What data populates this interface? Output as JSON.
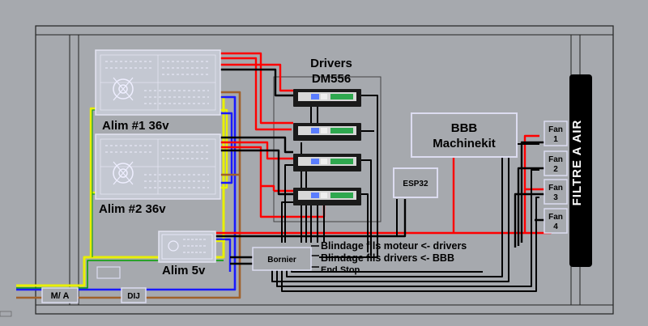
{
  "labels": {
    "drivers_line1": "Drivers",
    "drivers_line2": "DM556",
    "alim1": "Alim #1 36v",
    "alim2": "Alim #2 36v",
    "alim5": "Alim 5v",
    "bbb_line1": "BBB",
    "bbb_line2": "Machinekit",
    "esp32": "ESP32",
    "bornier": "Bornier",
    "ma": "M/ A",
    "dij": "DIJ",
    "filtre": "FILTRE A AIR",
    "note1": "Blindage fils moteur <- drivers",
    "note2": "Blindage fils drivers <- BBB",
    "note3": "End Stop"
  },
  "fans": [
    {
      "name": "Fan",
      "num": "1"
    },
    {
      "name": "Fan",
      "num": "2"
    },
    {
      "name": "Fan",
      "num": "3"
    },
    {
      "name": "Fan",
      "num": "4"
    }
  ],
  "colors": {
    "background": "#a6a9ae",
    "red": "#ff0000",
    "black": "#000000",
    "blue": "#1a1aff",
    "brown": "#a0612b",
    "yellow": "#e8f000",
    "green": "#00a000",
    "box_border": "#dcdcf0",
    "filter": "#000000"
  }
}
